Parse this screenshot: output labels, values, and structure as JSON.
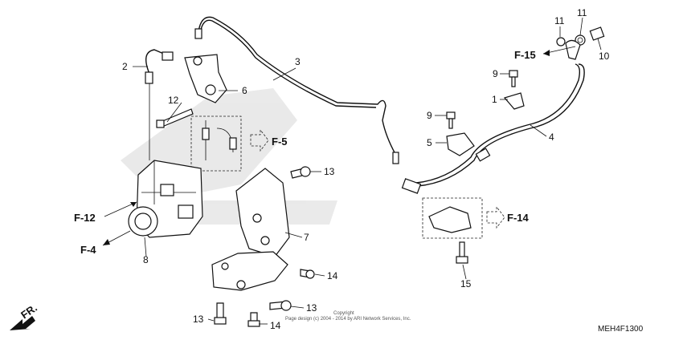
{
  "labels": {
    "l1": "1",
    "l2": "2",
    "l3": "3",
    "l4": "4",
    "l5": "5",
    "l6": "6",
    "l7": "7",
    "l8": "8",
    "l9a": "9",
    "l9b": "9",
    "l10": "10",
    "l11a": "11",
    "l11b": "11",
    "l12": "12",
    "l13a": "13",
    "l13b": "13",
    "l13c": "13",
    "l14a": "14",
    "l14b": "14",
    "l15": "15"
  },
  "refs": {
    "f5": "F-5",
    "f12": "F-12",
    "f4": "F-4",
    "f14": "F-14",
    "f15": "F-15",
    "fr": "FR."
  },
  "footer": {
    "copyright_line1": "Copyright",
    "copyright_line2": "Page design (c) 2004 - 2014 by ARI Network Services, Inc.",
    "diagram_code": "MEH4F1300"
  }
}
